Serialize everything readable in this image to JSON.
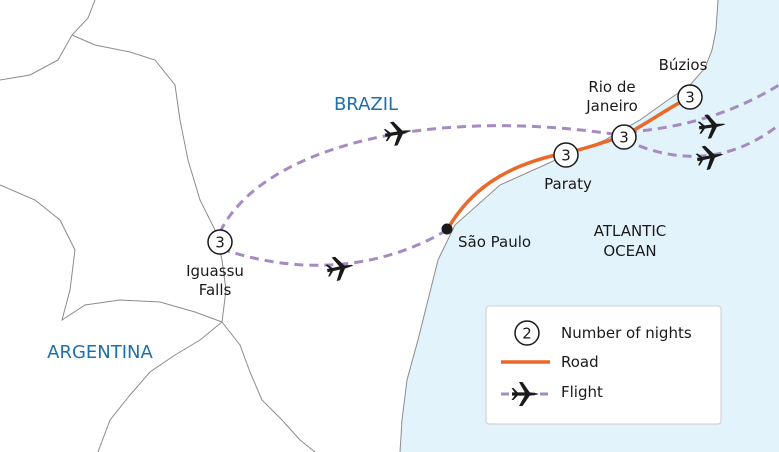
{
  "countries": [
    {
      "name": "BRAZIL"
    },
    {
      "name": "ARGENTINA"
    }
  ],
  "ocean": {
    "line1": "ATLANTIC",
    "line2": "OCEAN"
  },
  "places": [
    {
      "id": "buzios",
      "line1": "Búzios",
      "line2": "",
      "nights": "3"
    },
    {
      "id": "rio",
      "line1": "Rio de",
      "line2": "Janeiro",
      "nights": "3"
    },
    {
      "id": "paraty",
      "line1": "Paraty",
      "line2": "",
      "nights": "3"
    },
    {
      "id": "sao-paulo",
      "line1": "São Paulo",
      "line2": "",
      "nights": ""
    },
    {
      "id": "iguassu",
      "line1": "Iguassu",
      "line2": "Falls",
      "nights": "3"
    }
  ],
  "legend": {
    "nights_sample": "2",
    "nights_label": "Number of nights",
    "road_label": "Road",
    "flight_label": "Flight"
  },
  "colors": {
    "sea": "#e3f3fb",
    "land": "#ffffff",
    "border": "#8c8c8c",
    "road": "#e8692a",
    "flight": "#a58bc2",
    "country_label": "#1d6fae",
    "text": "#1a1a1a"
  },
  "icons": {
    "plane": "airplane-icon",
    "stop": "filled-dot"
  }
}
